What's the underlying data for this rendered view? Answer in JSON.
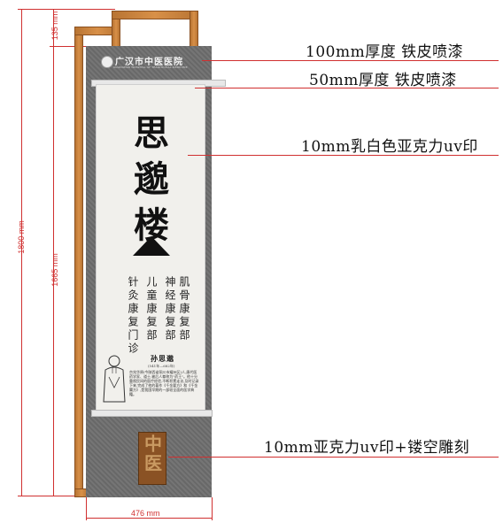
{
  "dimensions": {
    "top_height": "135 mm",
    "total_height": "1800 mm",
    "panel_height": "1665 mm",
    "width": "476 mm"
  },
  "annotations": {
    "top_panel": "100mm厚度 铁皮喷漆",
    "mid_frame": "50mm厚度 铁皮喷漆",
    "scroll": "10mm乳白色亚克力uv印",
    "bottom": "10mm亚克力uv印+镂空雕刻"
  },
  "sign": {
    "header_logo_text": "广汉市中医医院",
    "header_sub_text": "GUANGHAN HOSPITAL OF TRADITIONAL MEDICINE",
    "building_name": [
      "思",
      "邈",
      "楼"
    ],
    "departments": [
      "肌骨康复部",
      "神经康复部",
      "儿童康复部",
      "针灸康复门诊"
    ],
    "person_name": "孙思邈",
    "person_years": "(541年—682年)",
    "bio_text": "京兆华原(今陕西省铜川市耀州区)人,唐代医药学家、道士,被后人尊称为\"药王\"。他十分重视民间的医疗经验,不断积累走访,及时记录下来,完成了他的著作《千金要方》和《千金翼方》,是我国早期的一部较全面的医学典籍。",
    "bottom_carving": "中医"
  },
  "colors": {
    "dimension_line": "#d03030",
    "wood_frame": "#c8843c",
    "panel_gray": "#6e6e6e",
    "scroll_white": "#f1f0ec"
  }
}
